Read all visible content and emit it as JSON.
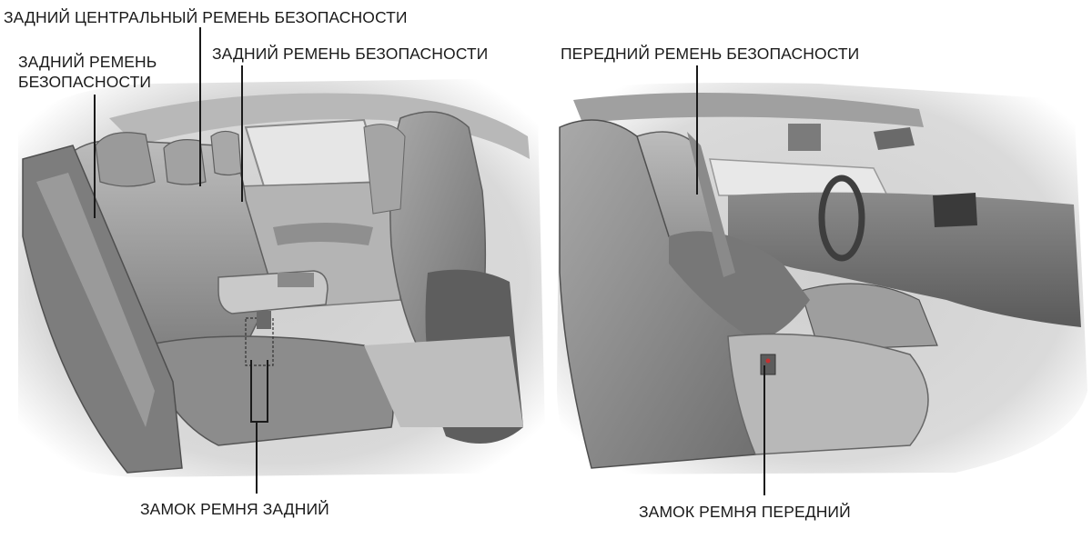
{
  "labels": {
    "rear_center_belt": "ЗАДНИЙ ЦЕНТРАЛЬНЫЙ РЕМЕНЬ БЕЗОПАСНОСТИ",
    "rear_belt_left_line1": "ЗАДНИЙ РЕМЕНЬ",
    "rear_belt_left_line2": "БЕЗОПАСНОСТИ",
    "rear_belt": "ЗАДНИЙ РЕМЕНЬ БЕЗОПАСНОСТИ",
    "front_belt": "ПЕРЕДНИЙ РЕМЕНЬ БЕЗОПАСНОСТИ",
    "rear_buckle": "ЗАМОК РЕМНЯ ЗАДНИЙ",
    "front_buckle": "ЗАМОК РЕМНЯ ПЕРЕДНИЙ"
  },
  "colors": {
    "text": "#1a1a1a",
    "leader": "#1a1a1a",
    "seat_dark": "#6f6f6f",
    "seat_mid": "#9b9b9b",
    "seat_light": "#c4c4c4",
    "interior_bg": "#d6d6d6"
  }
}
